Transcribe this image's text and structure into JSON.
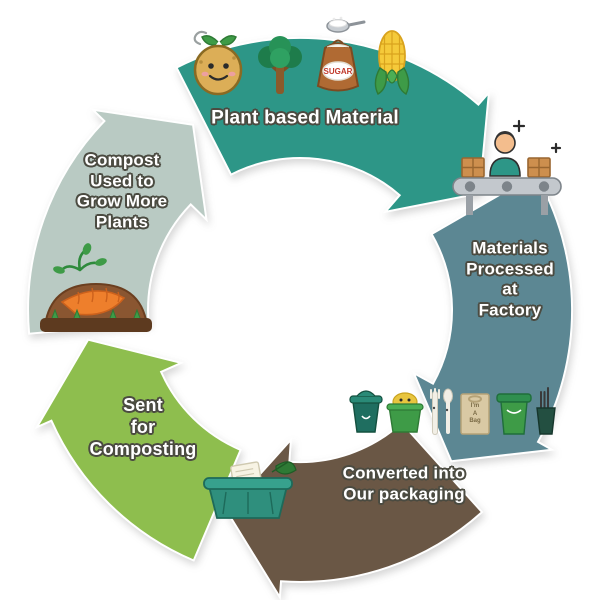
{
  "diagram": {
    "segments": [
      {
        "id": "plant-based-material",
        "label": "Plant based Material",
        "color": "#2D9687"
      },
      {
        "id": "materials-processed",
        "label": "Materials\nProcessed\nat\nFactory",
        "color": "#5C8793"
      },
      {
        "id": "converted-packaging",
        "label": "Converted into\nOur packaging",
        "color": "#6A5745"
      },
      {
        "id": "sent-for-composting",
        "label": "Sent\nfor\nComposting",
        "color": "#8EBE4E"
      },
      {
        "id": "compost-grow-plants",
        "label": "Compost\nUsed to\nGrow More\nPlants",
        "color": "#B9CAC3"
      }
    ],
    "sugar_label": "SUGAR",
    "bag_label": "I'm\nA\nBag",
    "icons": [
      "potato-icon",
      "tree-icon",
      "sugar-bag-icon",
      "corn-icon",
      "factory-conveyor-icon",
      "cup-icon",
      "takeout-box-icon",
      "cutlery-icon",
      "paper-bag-icon",
      "green-bin-icon",
      "utensil-cup-icon",
      "compost-bin-icon",
      "carrot-compost-icon",
      "sparkle-icon"
    ]
  }
}
